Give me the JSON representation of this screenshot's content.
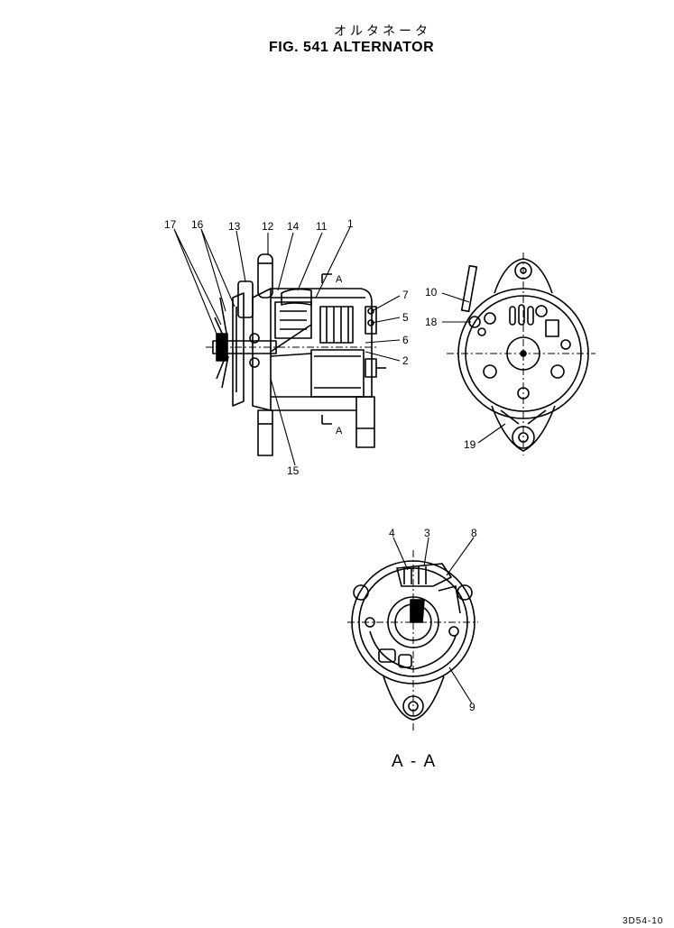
{
  "title": {
    "japanese": "オルタネータ",
    "english": "FIG. 541  ALTERNATOR"
  },
  "section_marker": "A",
  "section_caption": "A - A",
  "sheet_code": "3D54-10",
  "callouts": [
    "1",
    "2",
    "3",
    "4",
    "5",
    "6",
    "7",
    "8",
    "9",
    "10",
    "11",
    "12",
    "13",
    "14",
    "15",
    "16",
    "17",
    "18",
    "19"
  ],
  "colors": {
    "ink": "#000000",
    "paper": "#ffffff"
  }
}
